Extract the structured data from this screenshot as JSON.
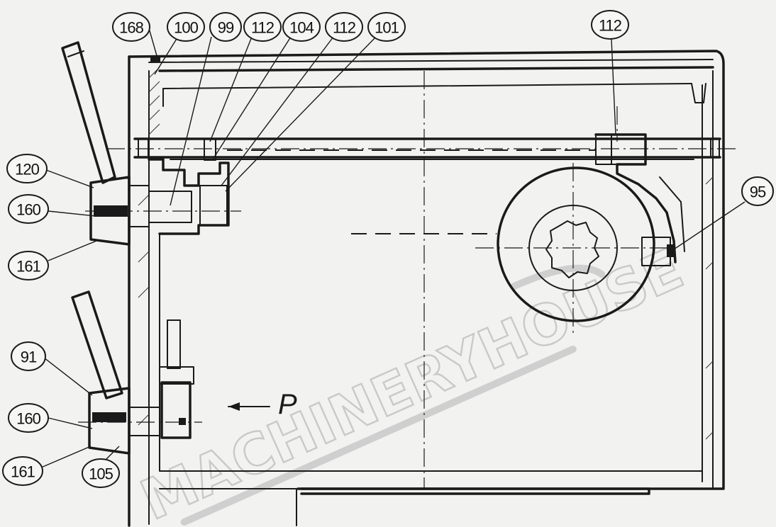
{
  "callouts": {
    "c168": "168",
    "c100": "100",
    "c99": "99",
    "c112a": "112",
    "c104": "104",
    "c112b": "112",
    "c101": "101",
    "c112c": "112",
    "c120": "120",
    "c160a": "160",
    "c161a": "161",
    "c95": "95",
    "c91": "91",
    "c160b": "160",
    "c161b": "161",
    "c105": "105"
  },
  "view_arrow_label": "P",
  "watermark": "MACHINERYHOUSE"
}
